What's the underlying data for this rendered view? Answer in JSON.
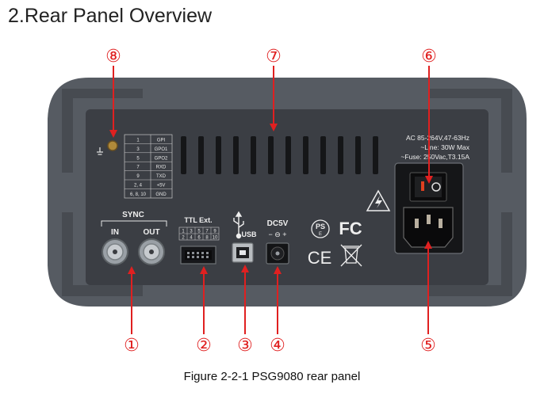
{
  "page": {
    "title": "2.Rear Panel Overview",
    "caption": "Figure 2-2-1 PSG9080 rear panel"
  },
  "callouts": [
    "①",
    "②",
    "③",
    "④",
    "⑤",
    "⑥",
    "⑦",
    "⑧"
  ],
  "panel": {
    "sync": {
      "label": "SYNC",
      "in": "IN",
      "out": "OUT"
    },
    "ttl": {
      "label": "TTL Ext.",
      "top_pins": [
        "1",
        "3",
        "5",
        "7",
        "9"
      ],
      "bottom_pins": [
        "2",
        "4",
        "6",
        "8",
        "10"
      ]
    },
    "usb_label": "USB",
    "dc": {
      "label": "DC5V",
      "polarity": "− ⊖ +"
    },
    "pin_table": [
      [
        "1",
        "GPI"
      ],
      [
        "3",
        "GPO1"
      ],
      [
        "5",
        "GPO2"
      ],
      [
        "7",
        "RXD"
      ],
      [
        "9",
        "TXD"
      ],
      [
        "2, 4",
        "+5V"
      ],
      [
        "6, 8, 10",
        "GND"
      ]
    ],
    "ac_spec": [
      "AC 85-264V,47-63Hz",
      "~Line: 30W Max",
      "~Fuse: 250Vac,T3.15A"
    ],
    "cert_marks": {
      "ps": "PS",
      "ps_sub": "E",
      "fc": "FC",
      "ce": "CE"
    }
  },
  "colors": {
    "callout_red": "#e02020",
    "panel_face": "#3b3e44",
    "bezel": "#565b62"
  }
}
